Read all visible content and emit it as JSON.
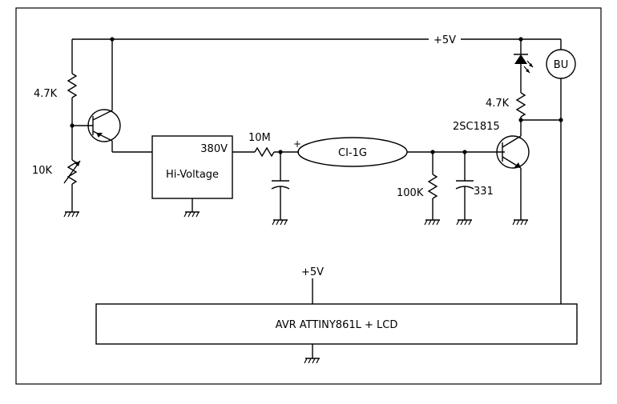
{
  "labels": {
    "supply_top": "+5V",
    "r_top_left": "4.7K",
    "pot": "10K",
    "hv_voltage": "380V",
    "hv_block": "Hi-Voltage",
    "r_series": "10M",
    "plus_sign": "+",
    "tube": "CI-1G",
    "transistor": "2SC1815",
    "r_led": "4.7K",
    "buzzer": "BU",
    "r_load": "100K",
    "cap": "331",
    "supply_mcu": "+5V",
    "mcu": "AVR ATTINY861L + LCD"
  }
}
